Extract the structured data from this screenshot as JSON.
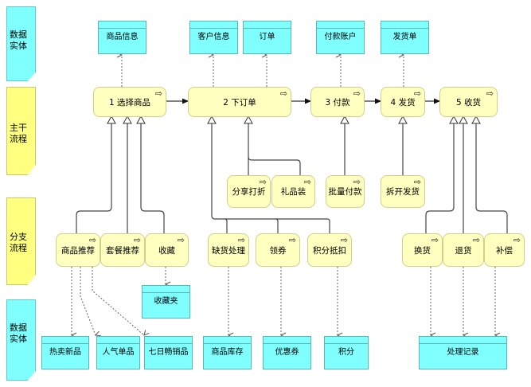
{
  "lanes": [
    "数据\n实体",
    "主干\n流程",
    "分支\n流程",
    "数据\n实体"
  ],
  "top_entities": [
    "商品信息",
    "客户信息",
    "订单",
    "付款账户",
    "发货单"
  ],
  "main_process": [
    "1 选择商品",
    "2 下订单",
    "3 付款",
    "4 发货",
    "5 收货"
  ],
  "sub_process": [
    "分享打折",
    "礼品装",
    "批量付款",
    "拆开发货"
  ],
  "branch_process": [
    "商品推荐",
    "套餐推荐",
    "收藏",
    "缺货处理",
    "领券",
    "积分抵扣",
    "换货",
    "退货",
    "补偿"
  ],
  "mid_entity": "收藏夹",
  "bottom_entities": [
    "热卖新品",
    "人气单品",
    "七日畅销品",
    "商品库存",
    "优惠券",
    "积分",
    "处理记录"
  ],
  "process_icon": "⇨",
  "colors": {
    "entity": "#80ffff",
    "process": "#ffffc0",
    "lane_yellow": "#ffff80"
  }
}
